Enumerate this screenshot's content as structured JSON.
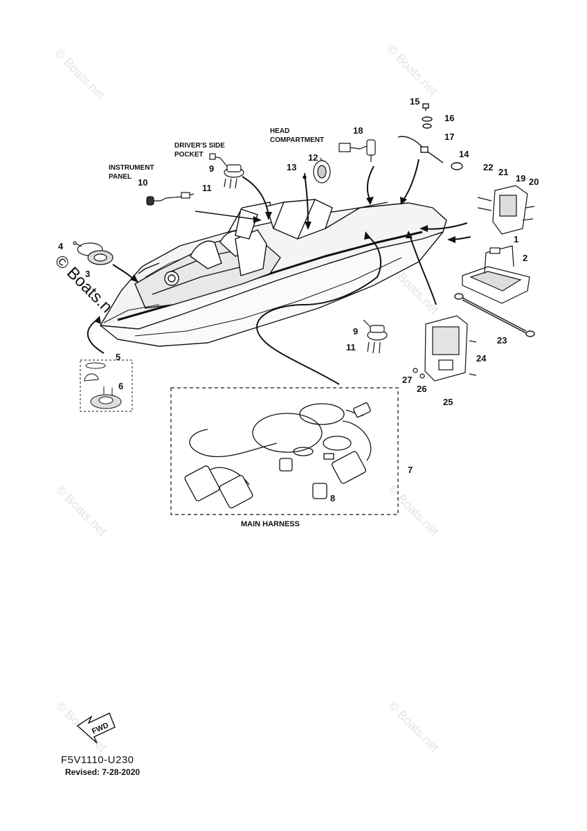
{
  "captions": {
    "instrument_panel": [
      "INSTRUMENT",
      "PANEL"
    ],
    "drivers_side_pocket": [
      "DRIVER'S SIDE",
      "POCKET"
    ],
    "head_compartment": [
      "HEAD",
      "COMPARTMENT"
    ],
    "main_harness": "MAIN HARNESS"
  },
  "callouts": [
    "1",
    "2",
    "3",
    "4",
    "5",
    "6",
    "7",
    "8",
    "9",
    "9",
    "10",
    "11",
    "11",
    "12",
    "13",
    "14",
    "15",
    "16",
    "17",
    "18",
    "19",
    "20",
    "21",
    "22",
    "23",
    "24",
    "25",
    "26",
    "27"
  ],
  "fwd_label": "FWD",
  "diagram_code": "F5V1110-U230",
  "revised": "Revised: 7-28-2020",
  "watermark": "© Boats.net",
  "colors": {
    "ink": "#111111",
    "watermark": "#d9c9c9",
    "background": "#ffffff"
  }
}
